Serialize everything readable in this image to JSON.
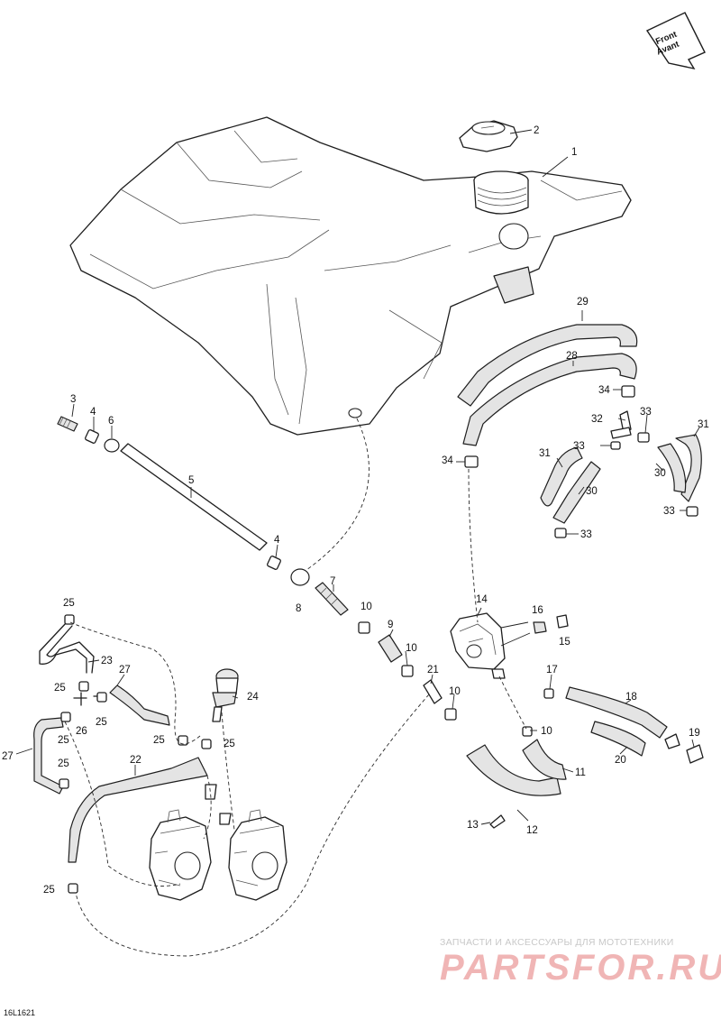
{
  "direction_tag": {
    "line1": "Front",
    "line2": "Avant"
  },
  "reference": "16L1621",
  "watermark": {
    "line1": "ЗАПЧАСТИ И АКСЕССУАРЫ ДЛЯ МОТОТЕХНИКИ",
    "line2": "PARTSFOR.RU"
  },
  "colors": {
    "line": "#1e1e1e",
    "hose_fill": "#e4e4e4",
    "watermark_brand": "#f0b5b5",
    "watermark_text": "#c8c8c8"
  },
  "callouts": [
    "1",
    "2",
    "3",
    "4",
    "5",
    "6",
    "7",
    "8",
    "9",
    "10",
    "11",
    "12",
    "13",
    "14",
    "15",
    "16",
    "17",
    "18",
    "19",
    "20",
    "21",
    "22",
    "23",
    "24",
    "25",
    "26",
    "27",
    "28",
    "29",
    "30",
    "31",
    "32",
    "33",
    "34"
  ]
}
